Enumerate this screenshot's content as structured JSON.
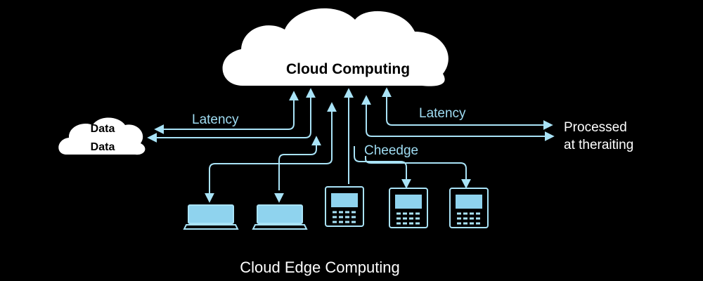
{
  "cloud": {
    "title": "Cloud Computing"
  },
  "left_cloud": {
    "line1": "Data",
    "line2": "Data"
  },
  "labels": {
    "latency_left": "Latency",
    "latency_right": "Latency",
    "cheedge": "Cheedge",
    "processed_line1": "Processed",
    "processed_line2": "at theraiting"
  },
  "footer": {
    "title": "Cloud Edge Computing"
  },
  "colors": {
    "background": "#000000",
    "accent": "#a9e3f7",
    "screen": "#8fd3ee",
    "cloud": "#ffffff"
  },
  "icons": [
    "laptop-icon",
    "laptop-icon",
    "server-icon",
    "server-icon",
    "server-icon",
    "arrow-icon"
  ]
}
